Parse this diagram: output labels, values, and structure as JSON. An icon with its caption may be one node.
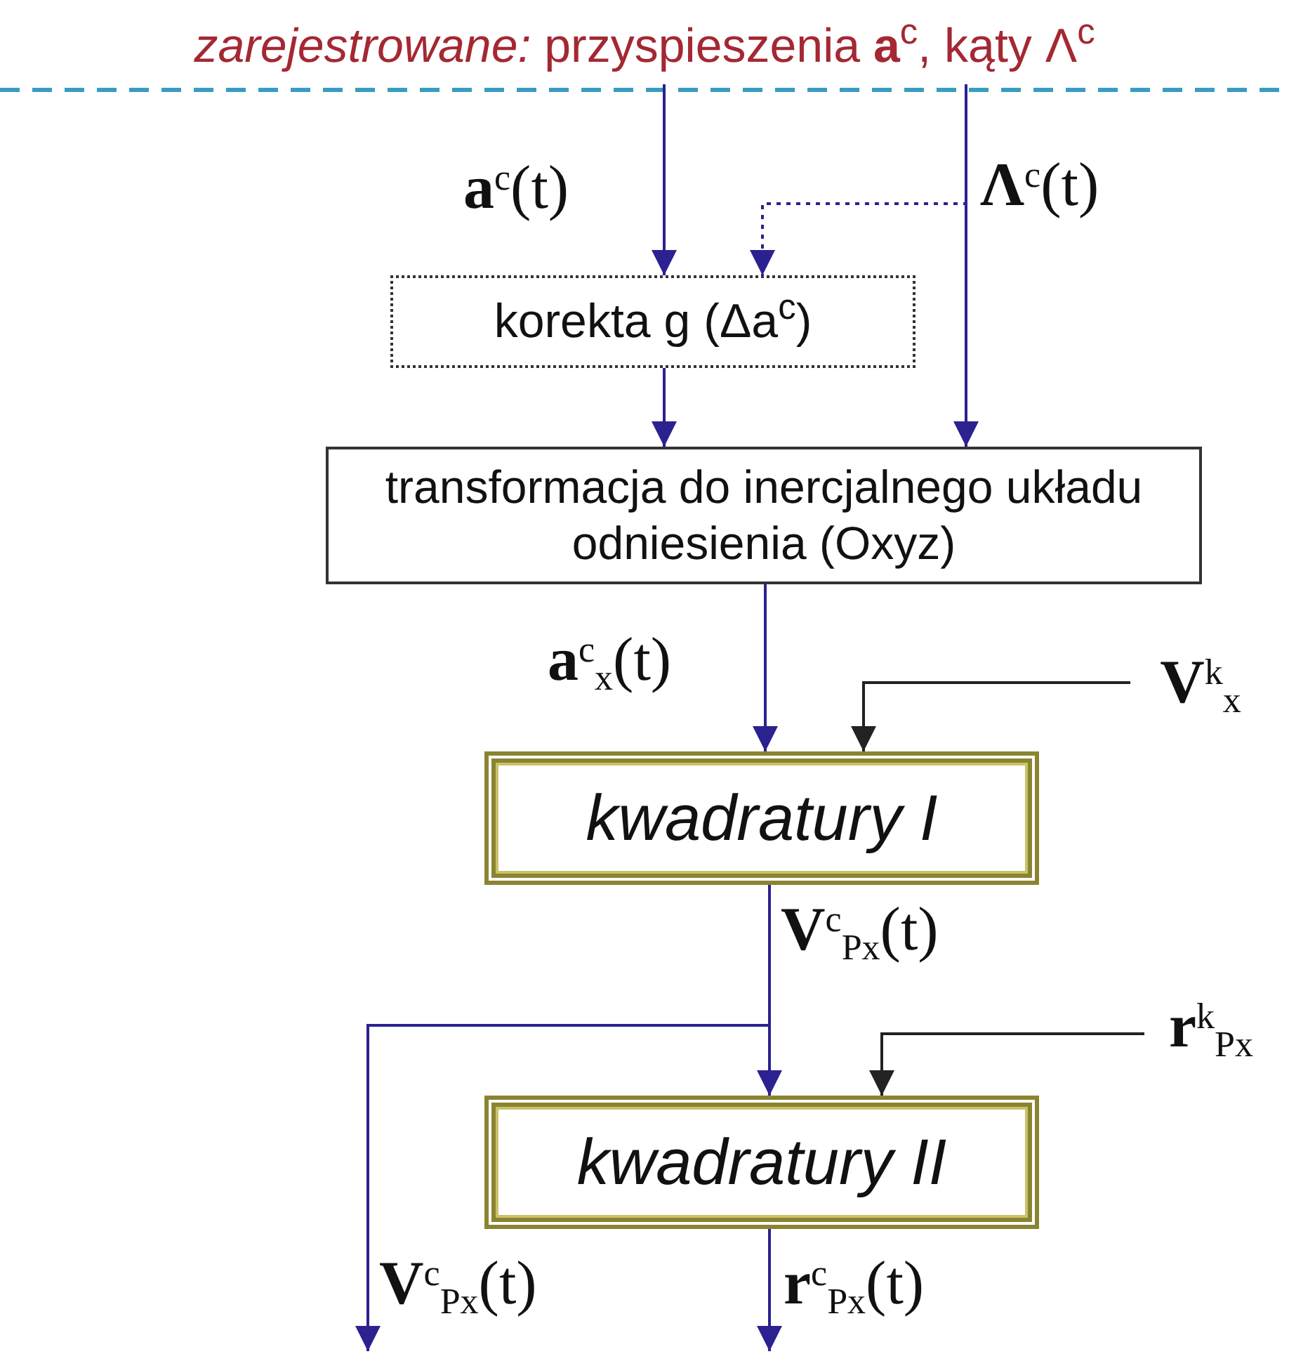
{
  "diagram": {
    "nodes": [
      {
        "text": [
          "*zarejestrowane:* przyspieszenia **a**$^{c}$, kąty Λ$^{c}$"
        ]
      },
      {
        "text": [
          "korekta g (Δa$^{c}$)"
        ]
      },
      {
        "text": [
          "transformacja do inercjalnego układu odniesienia (Oxyz)"
        ]
      },
      {
        "text": [
          "**V**$^{k}$$_{x}$"
        ]
      },
      {
        "text": [
          "kwadratury I"
        ]
      },
      {
        "text": [
          "**r**$^{k}$$_{Px}$"
        ]
      },
      {
        "text": [
          "kwadratury II"
        ]
      }
    ],
    "edges": [
      {
        "from": 0,
        "to": 1,
        "arrow": "to",
        "label": "**a**$^{c}$(t)"
      },
      {
        "from": 0,
        "to": 2,
        "arrow": "to",
        "label": "**Λ**$^{c}$(t)"
      },
      {
        "from": 0,
        "to": 1,
        "arrow": "to",
        "style": "dashed"
      },
      {
        "from": 1,
        "to": 2,
        "arrow": "to"
      },
      {
        "from": 2,
        "to": 4,
        "arrow": "to",
        "label": "**a**$^{c}$$_{x}$(t)"
      },
      {
        "from": 3,
        "to": 4,
        "arrow": "to",
        "color": "#222222"
      },
      {
        "from": 4,
        "to": 6,
        "arrow": "to",
        "label": "**V**$^{c}$$_{Px}$(t)"
      },
      {
        "from": 4,
        "to": null,
        "arrow": "to",
        "label": "**V**$^{c}$$_{Px}$(t)"
      },
      {
        "from": 5,
        "to": 6,
        "arrow": "to",
        "color": "#222222"
      },
      {
        "from": 6,
        "to": null,
        "arrow": "to",
        "label": "**r**$^{c}$$_{Px}$(t)"
      }
    ]
  }
}
